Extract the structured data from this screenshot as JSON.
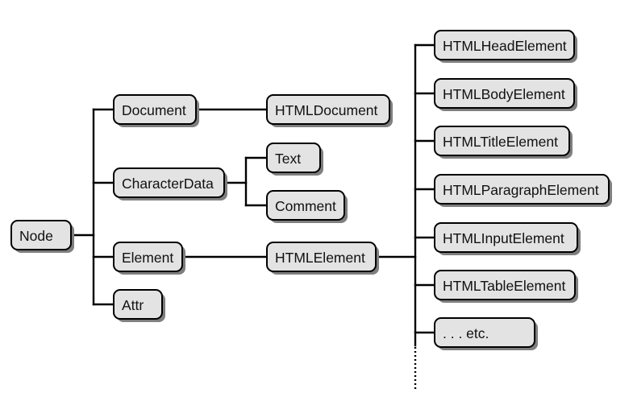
{
  "diagram": {
    "nodes": {
      "node": "Node",
      "document": "Document",
      "character_data": "CharacterData",
      "element": "Element",
      "attr": "Attr",
      "html_document": "HTMLDocument",
      "text": "Text",
      "comment": "Comment",
      "html_element": "HTMLElement",
      "html_head_element": "HTMLHeadElement",
      "html_body_element": "HTMLBodyElement",
      "html_title_element": "HTMLTitleElement",
      "html_paragraph_element": "HTMLParagraphElement",
      "html_input_element": "HTMLInputElement",
      "html_table_element": "HTMLTableElement",
      "etc": ". . . etc."
    },
    "edges": [
      [
        "node",
        "document"
      ],
      [
        "node",
        "character_data"
      ],
      [
        "node",
        "element"
      ],
      [
        "node",
        "attr"
      ],
      [
        "document",
        "html_document"
      ],
      [
        "character_data",
        "text"
      ],
      [
        "character_data",
        "comment"
      ],
      [
        "element",
        "html_element"
      ],
      [
        "html_element",
        "html_head_element"
      ],
      [
        "html_element",
        "html_body_element"
      ],
      [
        "html_element",
        "html_title_element"
      ],
      [
        "html_element",
        "html_paragraph_element"
      ],
      [
        "html_element",
        "html_input_element"
      ],
      [
        "html_element",
        "html_table_element"
      ],
      [
        "html_element",
        "etc"
      ]
    ],
    "colors": {
      "box_fill": "#e3e3e3",
      "box_border": "#000000",
      "box_shadow": "#7f7f7f",
      "line": "#000000"
    }
  }
}
